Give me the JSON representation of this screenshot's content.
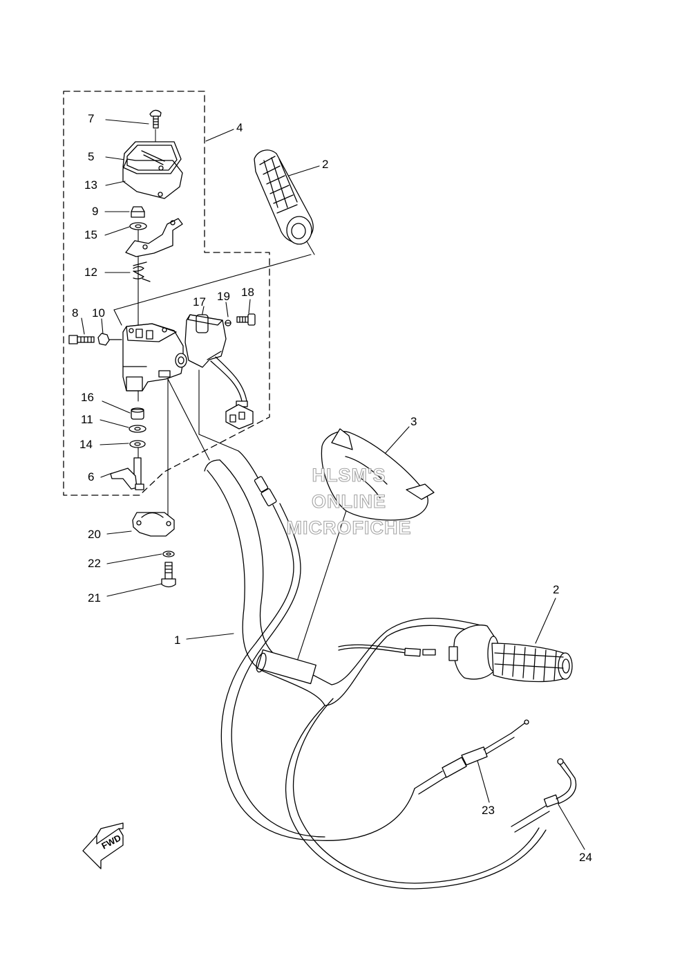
{
  "callouts": {
    "c1": "1",
    "c2a": "2",
    "c2b": "2",
    "c3": "3",
    "c4": "4",
    "c5": "5",
    "c6": "6",
    "c7": "7",
    "c8": "8",
    "c9": "9",
    "c10": "10",
    "c11": "11",
    "c12": "12",
    "c13": "13",
    "c14": "14",
    "c15": "15",
    "c16": "16",
    "c17": "17",
    "c18": "18",
    "c19": "19",
    "c20": "20",
    "c21": "21",
    "c22": "22",
    "c23": "23",
    "c24": "24"
  },
  "watermark": {
    "line1": "HLSM'S",
    "line2": "ONLINE",
    "line3": "MICROFICHE"
  },
  "fwd_label": "FWD"
}
